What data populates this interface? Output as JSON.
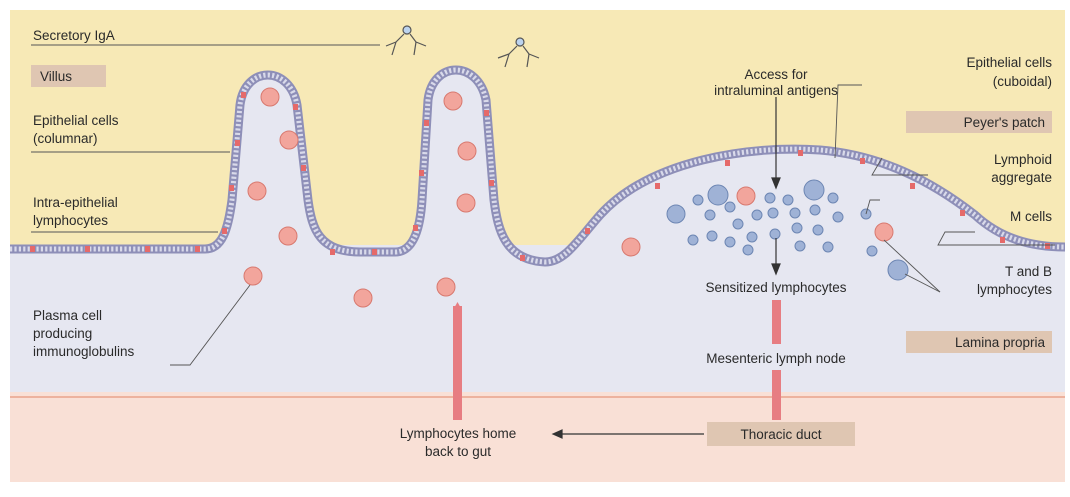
{
  "diagram": {
    "labels": {
      "secretory_iga": "Secretory IgA",
      "villus": "Villus",
      "epithelial_columnar_1": "Epithelial cells",
      "epithelial_columnar_2": "(columnar)",
      "intra_epithelial_1": "Intra-epithelial",
      "intra_epithelial_2": "lymphocytes",
      "plasma_cell_1": "Plasma cell",
      "plasma_cell_2": "producing",
      "plasma_cell_3": "immunoglobulins",
      "access_1": "Access for",
      "access_2": "intraluminal antigens",
      "epithelial_cuboidal_1": "Epithelial cells",
      "epithelial_cuboidal_2": "(cuboidal)",
      "peyers_patch": "Peyer's patch",
      "lymphoid_aggregate_1": "Lymphoid",
      "lymphoid_aggregate_2": "aggregate",
      "m_cells": "M cells",
      "t_b_lymphocytes_1": "T and B",
      "t_b_lymphocytes_2": "lymphocytes",
      "sensitized_lymphocytes": "Sensitized lymphocytes",
      "lamina_propria": "Lamina propria",
      "mesenteric_lymph_node": "Mesenteric lymph node",
      "lymphocytes_home_1": "Lymphocytes home",
      "lymphocytes_home_2": "back to gut",
      "thoracic_duct": "Thoracic duct"
    },
    "colors": {
      "lumen": "#f7e9b6",
      "lamina": "#e6e7f1",
      "submucosa": "#f9e0d6",
      "epithelium": "#8e8fb8",
      "epithelium_cell": "#d9daea",
      "red_cell": "#f2a59c",
      "red_cell_stroke": "#d8796f",
      "blue_cell": "#9fb2d6",
      "blue_cell_stroke": "#6d86b3",
      "label_box": "#dfc6b2",
      "duct": "#e77d82"
    }
  }
}
